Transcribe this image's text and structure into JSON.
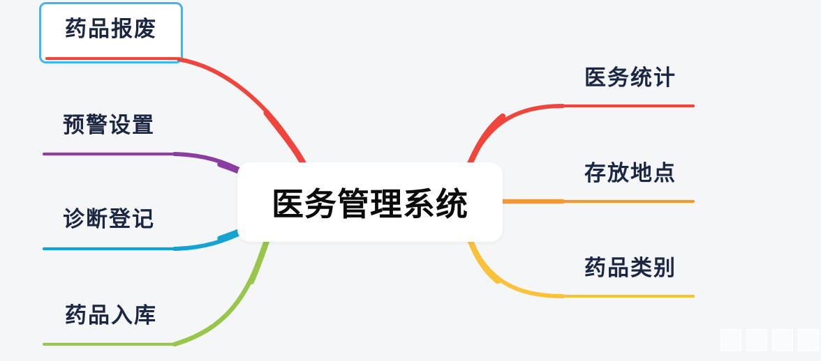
{
  "app": {
    "type": "mind-map-canvas"
  },
  "canvas": {
    "background": "#f5f6f8"
  },
  "central": {
    "label": "医务管理系统",
    "fill": "#ffffff",
    "text_color": "#0b0b0d"
  },
  "selection": {
    "selected_topic": "药品报废",
    "highlight_color": "#42b3f1"
  },
  "topic_text_color": "#1b2642",
  "branches": [
    {
      "id": "yaopin-baofei",
      "label": "药品报废",
      "color": "#ef453d",
      "side": "left",
      "selected": true
    },
    {
      "id": "yujing-shezhi",
      "label": "预警设置",
      "color": "#8c3da2",
      "side": "left",
      "selected": false
    },
    {
      "id": "zhenduan-dengji",
      "label": "诊断登记",
      "color": "#17a3d1",
      "side": "left",
      "selected": false
    },
    {
      "id": "yaopin-ruku",
      "label": "药品入库",
      "color": "#97c64a",
      "side": "left",
      "selected": false
    },
    {
      "id": "yiwu-tongji",
      "label": "医务统计",
      "color": "#ef453d",
      "side": "right",
      "selected": false
    },
    {
      "id": "cunfang-didian",
      "label": "存放地点",
      "color": "#f79637",
      "side": "right",
      "selected": false
    },
    {
      "id": "yaopin-leibie",
      "label": "药品类别",
      "color": "#fac23a",
      "side": "right",
      "selected": false
    }
  ]
}
